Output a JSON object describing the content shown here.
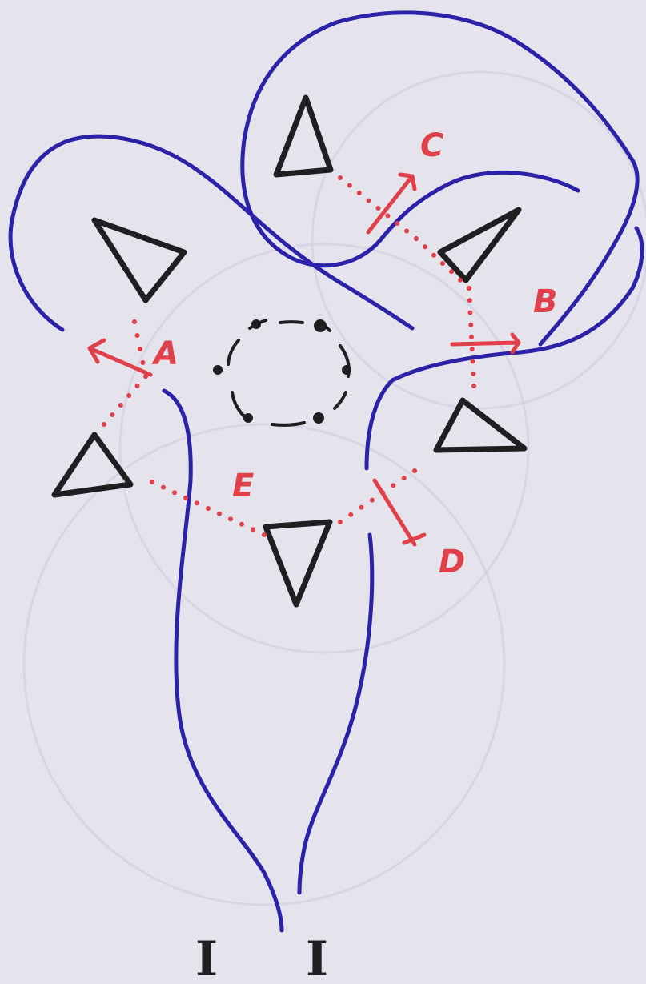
{
  "colors": {
    "outline": "#2b22a8",
    "triangle": "#1f1f22",
    "annotation": "#e0404a",
    "ring": "#1f1f22"
  },
  "labels": {
    "a": "A",
    "b": "B",
    "c": "C",
    "d": "D",
    "e": "E",
    "i_left": "I",
    "i_right": "I"
  }
}
